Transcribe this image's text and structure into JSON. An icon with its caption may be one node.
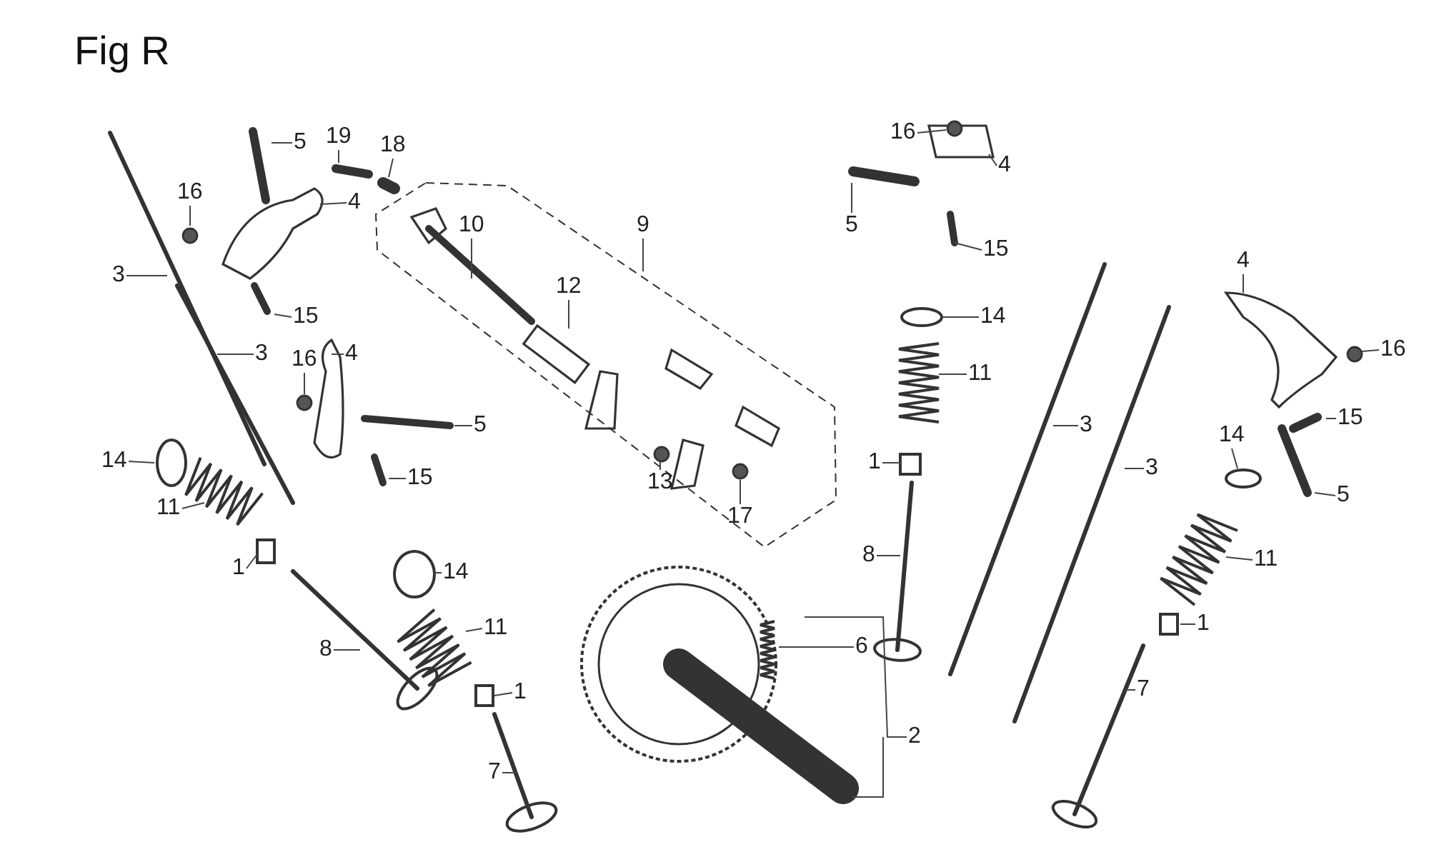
{
  "diagram": {
    "title": "Fig R",
    "nodes": [
      {
        "text": [
          "19"
        ]
      },
      {
        "text": [
          "5"
        ]
      },
      {
        "text": [
          "18"
        ]
      },
      {
        "text": [
          "10"
        ]
      },
      {
        "text": [
          "9"
        ]
      },
      {
        "text": [
          "16"
        ]
      },
      {
        "text": [
          "4"
        ]
      },
      {
        "text": [
          "3"
        ]
      },
      {
        "text": [
          "15"
        ]
      },
      {
        "text": [
          "3"
        ]
      },
      {
        "text": [
          "12"
        ]
      },
      {
        "text": [
          "4"
        ]
      },
      {
        "text": [
          "16"
        ]
      },
      {
        "text": [
          "5"
        ]
      },
      {
        "text": [
          "14"
        ]
      },
      {
        "text": [
          "13"
        ]
      },
      {
        "text": [
          "11"
        ]
      },
      {
        "text": [
          "15"
        ]
      },
      {
        "text": [
          "17"
        ]
      },
      {
        "text": [
          "1"
        ]
      },
      {
        "text": [
          "14"
        ]
      },
      {
        "text": [
          "8"
        ]
      },
      {
        "text": [
          "11"
        ]
      },
      {
        "text": [
          "1"
        ]
      },
      {
        "text": [
          "7"
        ]
      },
      {
        "text": [
          "16"
        ]
      },
      {
        "text": [
          "4"
        ]
      },
      {
        "text": [
          "5"
        ]
      },
      {
        "text": [
          "15"
        ]
      },
      {
        "text": [
          "14"
        ]
      },
      {
        "text": [
          "11"
        ]
      },
      {
        "text": [
          "1"
        ]
      },
      {
        "text": [
          "3"
        ]
      },
      {
        "text": [
          "8"
        ]
      },
      {
        "text": [
          "3"
        ]
      },
      {
        "text": [
          "6"
        ]
      },
      {
        "text": [
          "2"
        ]
      },
      {
        "text": [
          "4"
        ]
      },
      {
        "text": [
          "16"
        ]
      },
      {
        "text": [
          "14"
        ]
      },
      {
        "text": [
          "15"
        ]
      },
      {
        "text": [
          "5"
        ]
      },
      {
        "text": [
          "11"
        ]
      },
      {
        "text": [
          "1"
        ]
      },
      {
        "text": [
          "7"
        ]
      }
    ],
    "edges": [
      {
        "from": 0,
        "to": null,
        "arrow": "none"
      },
      {
        "from": 1,
        "to": null,
        "arrow": "none"
      },
      {
        "from": 2,
        "to": null,
        "arrow": "none"
      },
      {
        "from": 3,
        "to": null,
        "arrow": "none"
      },
      {
        "from": 4,
        "to": null,
        "arrow": "none"
      },
      {
        "from": 5,
        "to": null,
        "arrow": "none"
      },
      {
        "from": 6,
        "to": null,
        "arrow": "none"
      },
      {
        "from": 7,
        "to": null,
        "arrow": "none"
      },
      {
        "from": 8,
        "to": null,
        "arrow": "none"
      },
      {
        "from": 9,
        "to": null,
        "arrow": "none"
      },
      {
        "from": 10,
        "to": null,
        "arrow": "none"
      },
      {
        "from": 11,
        "to": null,
        "arrow": "none"
      },
      {
        "from": 12,
        "to": null,
        "arrow": "none"
      },
      {
        "from": 13,
        "to": null,
        "arrow": "none"
      },
      {
        "from": 14,
        "to": null,
        "arrow": "none"
      },
      {
        "from": 15,
        "to": null,
        "arrow": "none"
      },
      {
        "from": 16,
        "to": null,
        "arrow": "none"
      },
      {
        "from": 17,
        "to": null,
        "arrow": "none"
      },
      {
        "from": 18,
        "to": null,
        "arrow": "none"
      },
      {
        "from": 19,
        "to": null,
        "arrow": "none"
      },
      {
        "from": 20,
        "to": null,
        "arrow": "none"
      },
      {
        "from": 21,
        "to": null,
        "arrow": "none"
      },
      {
        "from": 22,
        "to": null,
        "arrow": "none"
      },
      {
        "from": 23,
        "to": null,
        "arrow": "none"
      },
      {
        "from": 24,
        "to": null,
        "arrow": "none"
      },
      {
        "from": 25,
        "to": null,
        "arrow": "none"
      },
      {
        "from": 26,
        "to": null,
        "arrow": "none"
      },
      {
        "from": 27,
        "to": null,
        "arrow": "none"
      },
      {
        "from": 28,
        "to": null,
        "arrow": "none"
      },
      {
        "from": 29,
        "to": null,
        "arrow": "none"
      },
      {
        "from": 30,
        "to": null,
        "arrow": "none"
      },
      {
        "from": 31,
        "to": null,
        "arrow": "none"
      },
      {
        "from": 32,
        "to": null,
        "arrow": "none"
      },
      {
        "from": 33,
        "to": null,
        "arrow": "none"
      },
      {
        "from": 34,
        "to": null,
        "arrow": "none"
      },
      {
        "from": 35,
        "to": null,
        "arrow": "none"
      },
      {
        "from": 36,
        "to": null,
        "arrow": "none"
      },
      {
        "from": 37,
        "to": null,
        "arrow": "none"
      },
      {
        "from": 38,
        "to": null,
        "arrow": "none"
      },
      {
        "from": 39,
        "to": null,
        "arrow": "none"
      },
      {
        "from": 40,
        "to": null,
        "arrow": "none"
      },
      {
        "from": 41,
        "to": null,
        "arrow": "none"
      },
      {
        "from": 42,
        "to": null,
        "arrow": "none"
      },
      {
        "from": 43,
        "to": null,
        "arrow": "none"
      },
      {
        "from": 44,
        "to": null,
        "arrow": "none"
      }
    ]
  }
}
